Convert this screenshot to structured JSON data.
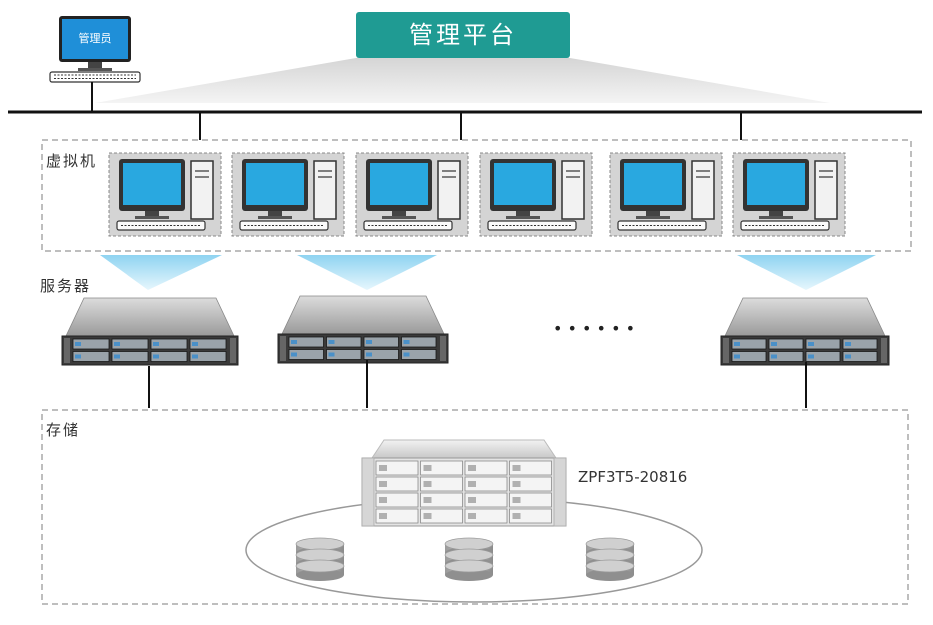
{
  "platform": {
    "title": "管理平台",
    "color": "#1f9b93"
  },
  "admin": {
    "label": "管理员",
    "screen_color": "#1f8fd8"
  },
  "sections": {
    "vm": "虚拟机",
    "server": "服务器",
    "storage": "存储"
  },
  "vm_count": 6,
  "server_count": 3,
  "ellipsis": "• • • • • •",
  "storage_device": {
    "model": "ZPF3T5-20816"
  },
  "disk_count": 3,
  "colors": {
    "vm_screen": "#29a8e0",
    "beam": "#b9e3f5",
    "line": "#111111",
    "dashed": "#a8a8a8"
  }
}
